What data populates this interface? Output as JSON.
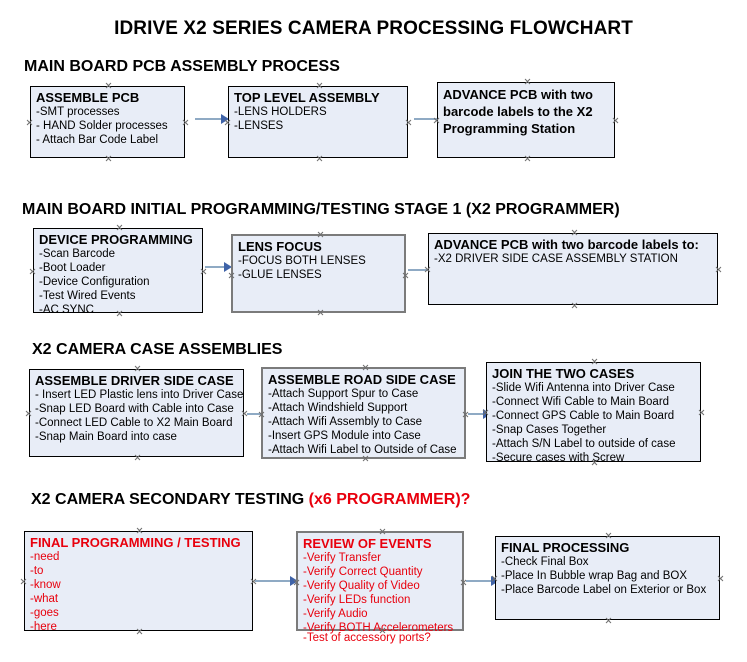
{
  "document": {
    "title": "IDRIVE X2  SERIES CAMERA PROCESSING FLOWCHART"
  },
  "colors": {
    "node_fill": "#e8edf7",
    "node_border": "#17375e",
    "node_border_gray": "#7b7b7b",
    "node_border_black": "#000000",
    "arrow_shaft": "#8faac4",
    "arrow_head": "#3f63a8",
    "text": "#000000",
    "accent_red": "#e8000d"
  },
  "sections": [
    {
      "heading": "MAIN BOARD PCB ASSEMBLY PROCESS",
      "heading_accent": "",
      "nodes": [
        {
          "title": "ASSEMBLE PCB",
          "lines": [
            "-SMT processes",
            "- HAND Solder processes",
            "- Attach Bar Code Label"
          ]
        },
        {
          "title": "TOP LEVEL ASSEMBLY",
          "lines": [
            "-LENS HOLDERS",
            "-LENSES"
          ]
        },
        {
          "title": "ADVANCE PCB with two barcode labels to the  X2 Programming Station",
          "lines": []
        }
      ]
    },
    {
      "heading": "MAIN BOARD INITIAL PROGRAMMING/TESTING STAGE 1 (X2 PROGRAMMER)",
      "heading_accent": "",
      "nodes": [
        {
          "title": "DEVICE PROGRAMMING",
          "lines": [
            "-Scan Barcode",
            "-Boot Loader",
            "-Device Configuration",
            "-Test Wired Events",
            "-AC SYNC"
          ]
        },
        {
          "title": "LENS FOCUS",
          "lines": [
            "-FOCUS BOTH LENSES",
            "-GLUE LENSES"
          ]
        },
        {
          "title": "ADVANCE PCB with two barcode labels to:",
          "lines": [
            "-X2 DRIVER  SIDE  CASE  ASSEMBLY STATION"
          ]
        }
      ]
    },
    {
      "heading": "X2 CAMERA CASE ASSEMBLIES",
      "heading_accent": "",
      "nodes": [
        {
          "title": "ASSEMBLE DRIVER SIDE CASE",
          "lines": [
            "- Insert LED Plastic lens into Driver Case",
            "-Snap LED Board with Cable into Case",
            "-Connect LED Cable to X2 Main Board",
            "-Snap Main Board into case"
          ]
        },
        {
          "title": "ASSEMBLE ROAD SIDE CASE",
          "lines": [
            "-Attach Support Spur to Case",
            "-Attach Windshield Support",
            "-Attach Wifi Assembly to Case",
            "-Insert GPS Module into Case",
            "-Attach Wifi Label to Outside of Case"
          ]
        },
        {
          "title": "JOIN THE TWO CASES",
          "lines": [
            "-Slide Wifi Antenna into Driver Case",
            "-Connect Wifi Cable to Main Board",
            "-Connect GPS Cable to Main Board",
            "-Snap Cases Together",
            "-Attach S/N Label to outside of case",
            "-Secure cases with Screw"
          ]
        }
      ]
    },
    {
      "heading": "X2 CAMERA SECONDARY TESTING ",
      "heading_accent": "(x6 PROGRAMMER)?",
      "nodes": [
        {
          "title": "FINAL PROGRAMMING / TESTING",
          "lines": [
            "-need",
            "-to",
            "-know",
            "-what",
            "-goes",
            "-here"
          ]
        },
        {
          "title": "REVIEW OF EVENTS",
          "lines": [
            "-Verify Transfer",
            "-Verify Correct Quantity",
            "-Verify Quality of Video",
            "-Verify LEDs function",
            "-Verify Audio",
            "-Verify BOTH Accelerometers"
          ],
          "overflow_line": "-Test of accessory ports?"
        },
        {
          "title": "FINAL PROCESSING",
          "lines": [
            " -Check Final Box",
            "-Place In Bubble wrap Bag and BOX",
            "-Place Barcode Label on Exterior or Box"
          ]
        }
      ]
    }
  ]
}
